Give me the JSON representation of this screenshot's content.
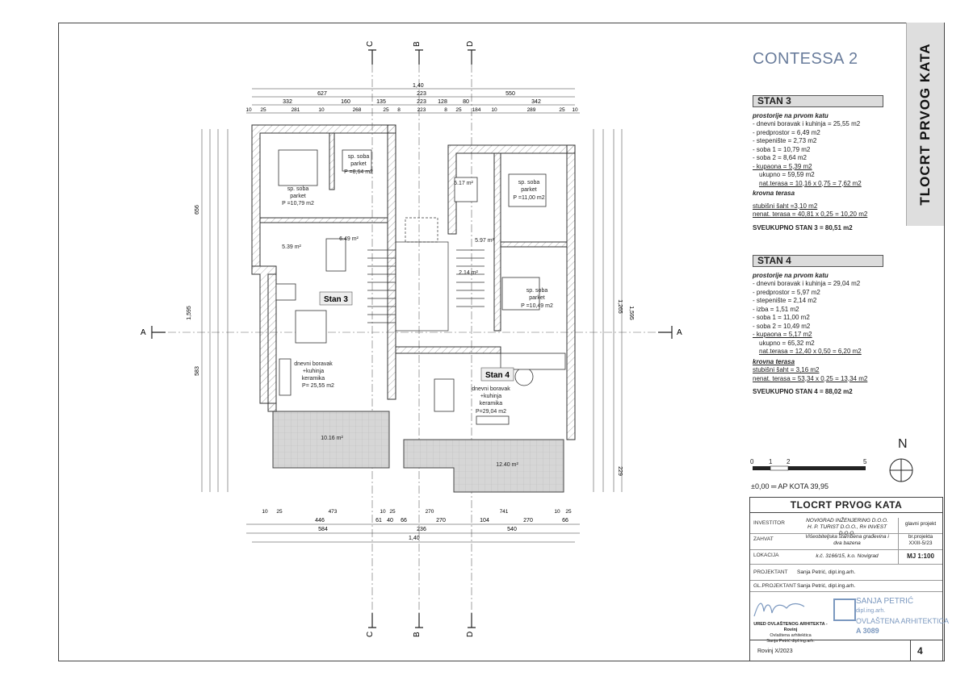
{
  "side_title": "TLOCRT PRVOG KATA",
  "project_name": "CONTESSA 2",
  "axes": {
    "top": [
      "C",
      "B",
      "D"
    ],
    "bottom": [
      "C",
      "B",
      "D"
    ],
    "section": "A"
  },
  "rooms": {
    "bed1": [
      "sp. soba",
      "parket",
      "P =10,79 m2"
    ],
    "bed2": [
      "sp. soba",
      "parket",
      "P =8,64 m2"
    ],
    "bed3": [
      "sp. soba",
      "parket",
      "P =11,00 m2"
    ],
    "bed4": [
      "sp. soba",
      "parket",
      "P =10,49 m2"
    ],
    "living3": [
      "dnevni boravak",
      "+kuhinja",
      "keramika",
      "P= 25,55 m2"
    ],
    "living4": [
      "dnevni boravak",
      "+kuhinja",
      "keramika",
      "P=29,04 m2"
    ],
    "bath3": "5.39 m²",
    "bath4": "5.17 m²",
    "hall3": "6.49 m²",
    "hall4": "5.97 m²",
    "izba": "2.14 m²",
    "terrace3": "10.16 m²",
    "terrace4": "12.40 m²",
    "stan3": "Stan 3",
    "stan4": "Stan 4"
  },
  "dims": {
    "top_total": "1,40",
    "top_row2": [
      "627",
      "223",
      "550"
    ],
    "top_row3": [
      "332",
      "160",
      "135",
      "223",
      "128",
      "80",
      "342"
    ],
    "top_row4": [
      "10",
      "25",
      "281",
      "10",
      "268",
      "25",
      "8",
      "223",
      "8",
      "25",
      "184",
      "10",
      "289",
      "25",
      "10"
    ],
    "bottom_row1": [
      "10",
      "25",
      "473",
      "10",
      "25",
      "270",
      "741",
      "10",
      "25"
    ],
    "bottom_row2": [
      "446",
      "61",
      "40",
      "66",
      "270",
      "104",
      "270",
      "66"
    ],
    "bottom_row3": [
      "584",
      "236",
      "540"
    ],
    "bottom_total": "1,40",
    "left_outer": [
      "656",
      "1,595",
      "583"
    ],
    "right_outer": [
      "1,595",
      "1,265",
      "229"
    ]
  },
  "apartments": [
    {
      "header": "STAN 3",
      "prostorije_label": "prostorije na prvom katu",
      "lines": [
        "- dnevni boravak i kuhinja = 25,55 m2",
        "- predprostor = 6,49 m2",
        "- stepenište = 2,73 m2",
        "- soba 1 = 10,79 m2",
        "- soba 2 = 8,64 m2"
      ],
      "underlined": "- kupaona  = 5,39 m2",
      "ukupno": "ukupno = 59,59 m2",
      "terasa": "nat.terasa  = 10,16 x 0,75 = 7,62 m2",
      "krovna_label": "krovna terasa",
      "krovna_lines": [
        "stubišni šaht =3,10 m2",
        "nenat. terasa  = 40,81 x 0,25 = 10,20 m2"
      ],
      "total": "SVEUKUPNO STAN 3 = 80,51 m2"
    },
    {
      "header": "STAN 4",
      "prostorije_label": "prostorije na prvom katu",
      "lines": [
        "- dnevni boravak i kuhinja = 29,04 m2",
        "- predprostor  = 5,97 m2",
        "- stepenište = 2,14 m2",
        "- izba = 1,51 m2",
        "- soba 1 = 11,00 m2",
        "- soba 2 = 10,49 m2"
      ],
      "underlined": "- kupaona  = 5,17 m2",
      "ukupno": "ukupno = 65,32 m2",
      "terasa": "nat.terasa  = 12,40 x 0,50 = 6,20 m2",
      "krovna_label": "krovna terasa",
      "krovna_lines": [
        "stubišni šaht = 3,16 m2",
        "nenat. terasa  = 53,34 x 0,25 = 13,34 m2"
      ],
      "total": "SVEUKUPNO STAN 4 = 88,02 m2"
    }
  ],
  "north": "N",
  "scale_bar": [
    "0",
    "1",
    "2",
    "5"
  ],
  "ap_kota": "±0,00   ═  AP KOTA 39,95",
  "title_block": {
    "title": "TLOCRT PRVOG KATA",
    "investitor_k": "INVESTITOR",
    "investitor_v1": "NOVIGRAD INŽENJERING D.O.O.",
    "investitor_v2": "H. P. TURIST D.O.O.,     R# INVEST D.O.O.",
    "investitor_r": "glavni projekt",
    "zahvat_k": "ZAHVAT",
    "zahvat_v1": "Višeobiteljska stambena građevina  i",
    "zahvat_v2": "dva bazena",
    "zahvat_r1": "br.projekta",
    "zahvat_r2": "XXIII-5/23",
    "lokacija_k": "LOKACIJA",
    "lokacija_v": "k.č. 3166/15, k.o. Novigrad",
    "lokacija_r": "MJ 1:100",
    "projektant_k": "PROJEKTANT",
    "projektant_v": "Sanja Petrić, dipl.ing.arh.",
    "glprojektant_k": "GL.PROJEKTANT",
    "glprojektant_v": "Sanja Petrić, dipl.ing.arh."
  },
  "stamp": [
    "SANJA PETRIĆ",
    "dipl.ing.arh.",
    "OVLAŠTENA ARHITEKTICA",
    "A 3089"
  ],
  "sig_company": [
    "URED OVLAŠTENOG ARHITEKTA - Rovinj",
    "Ovlaštena arhitektica",
    "Sanja Petrić dipl.ing.arh."
  ],
  "footer_place": "Rovinj  X/2023",
  "page_number": "4",
  "colors": {
    "wall": "#9a9a9a",
    "wall_dark": "#555555",
    "terrace": "#c8c8c8",
    "title_accent": "#6a7d9c",
    "stamp": "#7b98bf"
  }
}
